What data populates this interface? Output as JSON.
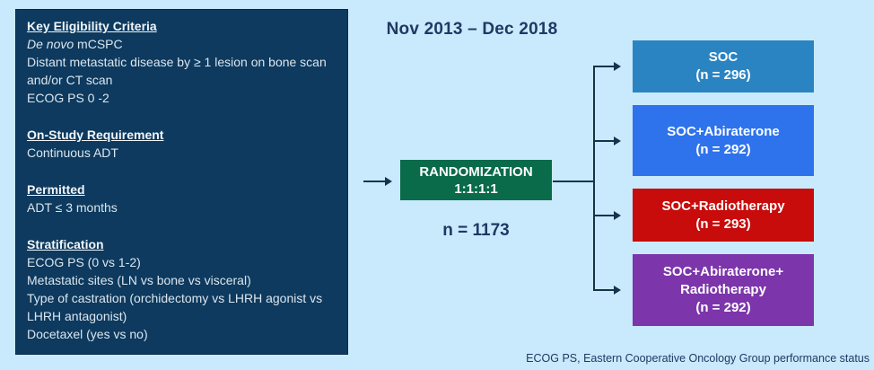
{
  "colors": {
    "background": "#c9eafc",
    "eligibility_box_bg": "#0d3a5e",
    "randomization_bg": "#0a6b4a",
    "connector": "#16334e",
    "heading_text": "#1f3864"
  },
  "timeline": {
    "label": "Nov 2013 – Dec 2018"
  },
  "eligibility_box": {
    "sections": [
      {
        "header": "Key Eligibility Criteria",
        "de_novo_italic": "De novo",
        "de_novo_rest": " mCSPC",
        "lines": [
          "Distant metastatic disease by ≥ 1 lesion on bone scan",
          "and/or CT scan",
          "ECOG PS 0 -2"
        ]
      },
      {
        "header": "On-Study Requirement",
        "lines": [
          "Continuous ADT"
        ]
      },
      {
        "header": "Permitted",
        "lines": [
          "ADT ≤ 3 months"
        ]
      },
      {
        "header": "Stratification",
        "lines": [
          "ECOG PS (0 vs 1-2)",
          "Metastatic sites (LN vs bone vs visceral)",
          "Type of castration (orchidectomy vs LHRH agonist vs",
          "LHRH antagonist)",
          "Docetaxel (yes vs no)"
        ]
      }
    ]
  },
  "randomization": {
    "title": "RANDOMIZATION",
    "ratio": "1:1:1:1",
    "n_label": "n = 1173"
  },
  "arms": [
    {
      "label": "SOC",
      "n": "(n = 296)",
      "color": "#2b84c2"
    },
    {
      "label": "SOC+Abiraterone",
      "n": "(n = 292)",
      "color": "#2e73ec"
    },
    {
      "label": "SOC+Radiotherapy",
      "n": "(n = 293)",
      "color": "#c80b0b"
    },
    {
      "label": "SOC+Abiraterone+",
      "label2": "Radiotherapy",
      "n": "(n = 292)",
      "color": "#7c35ab"
    }
  ],
  "footnote": "ECOG PS, Eastern Cooperative Oncology Group performance status"
}
